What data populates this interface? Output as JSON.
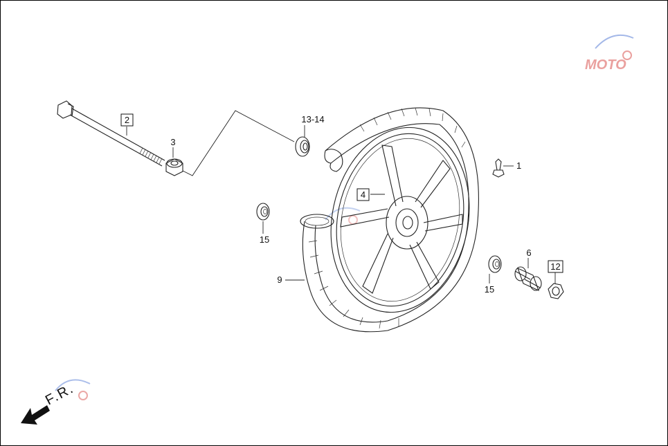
{
  "diagram": {
    "callouts": [
      {
        "id": "1",
        "text": "1",
        "boxed": false
      },
      {
        "id": "2",
        "text": "2",
        "boxed": true
      },
      {
        "id": "3",
        "text": "3",
        "boxed": false
      },
      {
        "id": "4",
        "text": "4",
        "boxed": true
      },
      {
        "id": "6",
        "text": "6",
        "boxed": false
      },
      {
        "id": "9",
        "text": "9",
        "boxed": false
      },
      {
        "id": "12",
        "text": "12",
        "boxed": true
      },
      {
        "id": "13-14",
        "text": "13-14",
        "boxed": false
      },
      {
        "id": "15a",
        "text": "15",
        "boxed": false
      },
      {
        "id": "15b",
        "text": "15",
        "boxed": false
      }
    ],
    "direction_label": "F.R.",
    "watermark": {
      "text": "MOTO"
    }
  },
  "colors": {
    "line": "#222222",
    "arrow": "#111111",
    "watermark_red": "#d9534f",
    "watermark_blue": "#5a7fd6"
  }
}
